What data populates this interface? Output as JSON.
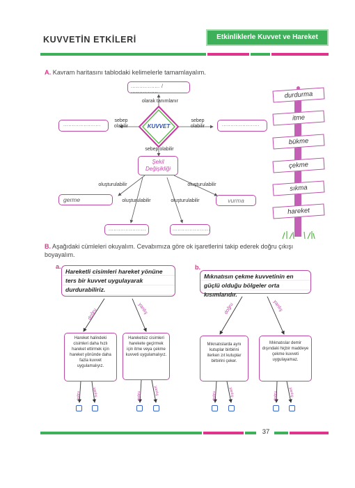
{
  "header": {
    "chapter_title": "KUVVETİN ETKİLERİ",
    "section_title": "Etkinliklerle Kuvvet ve Hareket"
  },
  "partA": {
    "letter": "A.",
    "instruction": "Kavram haritasını tablodaki kelimelerle tamamlayalım.",
    "top_blank": "................. / ................",
    "top_edge": "olarak tanımlanır",
    "center": "KUVVET",
    "left_blank": "......................",
    "left_edge": "sebep\nolabilir",
    "right_blank": "......................",
    "right_edge": "sebep\nolabilir",
    "down_edge": "sebep olabilir",
    "shape_node": "Şekil\nDeğişikliği",
    "edge_left": "oluşturulabilir",
    "edge_right": "oluşturulabilir",
    "edge_bottom_left": "oluşturulabilir",
    "edge_bottom_right": "oluşturulabilir",
    "germe": "germe",
    "vurma": "vurma",
    "bottom_left_blank": "......................",
    "bottom_right_blank": "......................",
    "signpost": [
      "durdurma",
      "itme",
      "bükme",
      "çekme",
      "sıkma",
      "hareket"
    ]
  },
  "partB": {
    "letter": "B.",
    "instruction": "Aşağıdaki cümleleri okuyalım. Cevabımıza göre ok işaretlerini takip ederek doğru çıkışı boyayalım.",
    "a": {
      "letter": "a.",
      "statement": "Hareketli cisimleri hareket yönüne ters bir kuvvet uygulayarak durdurabiliriz.",
      "left_text": "Hareket halindeki cisimleri daha hızlı hareket ettirmek için hareket yönünde daha fazla kuvvet uygulamalıyız.",
      "right_text": "Hareketsiz cisimleri harekete geçirmek için itme veya çekme kuvveti uygulamalıyız."
    },
    "b": {
      "letter": "b.",
      "statement": "Mıknatısın çekme kuvvetinin en güçlü olduğu bölgeler orta kısımlarıdır.",
      "left_text": "Mıknatıslarda aynı kutuplar birbirini iterken zıt kutuplar birbirini çeker.",
      "right_text": "Mıknatıslar demir dışındaki hiçbir maddeye çekme kuvveti uygulayamaz."
    },
    "dogru": "doğru",
    "yanlis": "yanlış"
  },
  "footer": {
    "page_number": "37"
  },
  "colors": {
    "magenta": "#b94aa8",
    "green": "#3fb05a",
    "pink": "#e0348c"
  }
}
